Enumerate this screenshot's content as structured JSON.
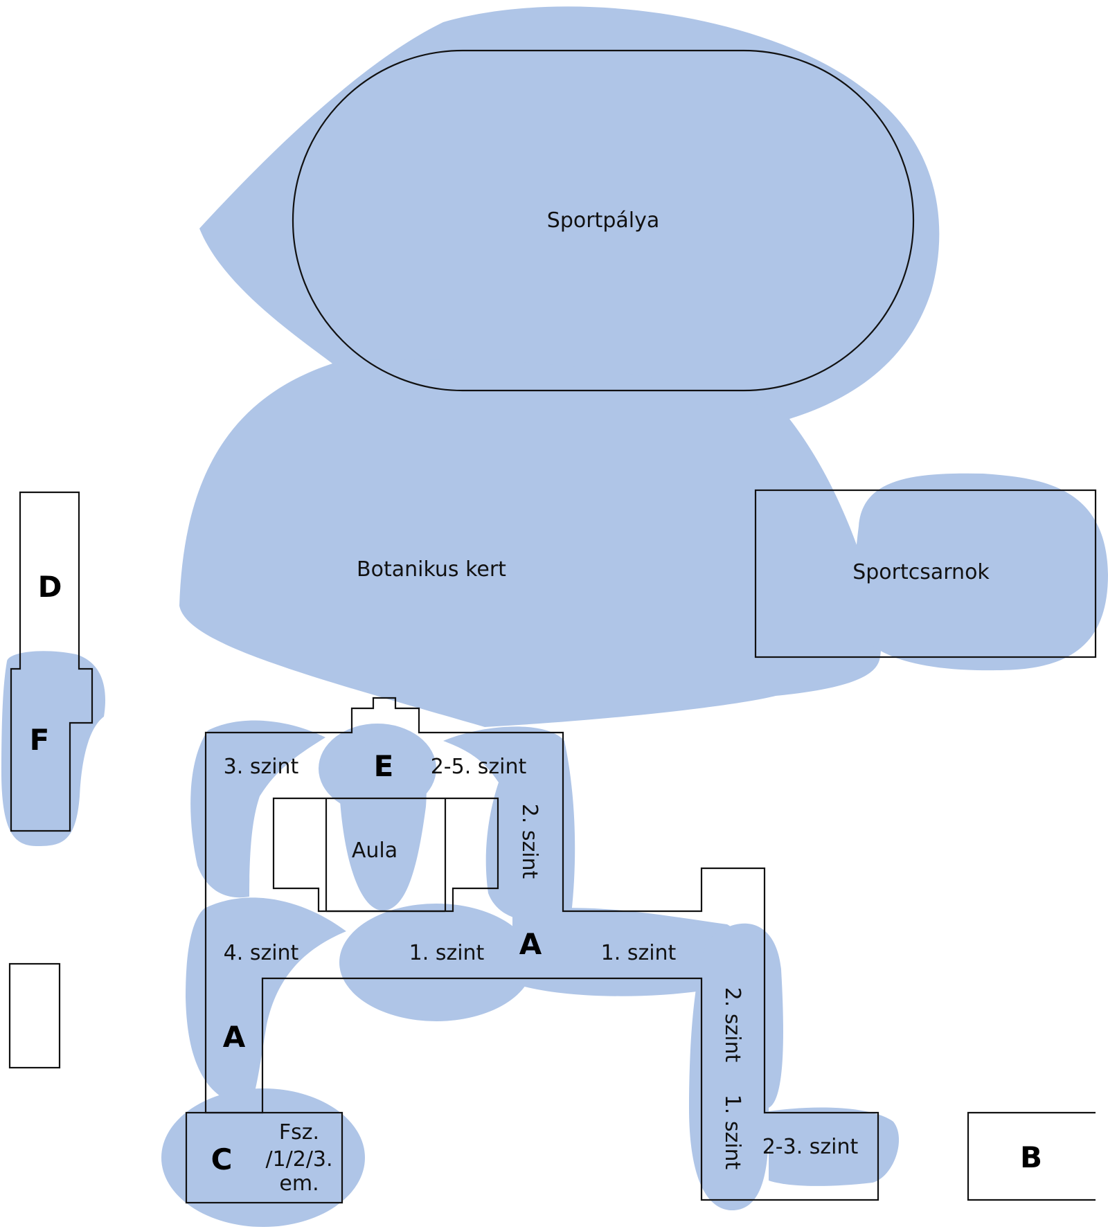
{
  "colors": {
    "zone": "#AFC5E7",
    "outline": "#111111",
    "background": "#FFFFFF"
  },
  "areas": {
    "sportpalya": "Sportpálya",
    "botanikus_kert": "Botanikus kert",
    "sportcsarnok": "Sportcsarnok",
    "aula": "Aula"
  },
  "buildings": {
    "a_main": "A",
    "a_left": "A",
    "b": "B",
    "c": "C",
    "d": "D",
    "e": "E",
    "f": "F"
  },
  "levels": {
    "e_left": "3. szint",
    "e_right": "2-5. szint",
    "e_vertical": "2. szint",
    "a_left": "4. szint",
    "a_center": "1. szint",
    "a_right": "1. szint",
    "a_right_vertical_top": "2. szint",
    "a_right_vertical_bottom": "1. szint",
    "a_bottom_right": "2-3. szint",
    "c_line1": "Fsz.",
    "c_line2": "/1/2/3.",
    "c_line3": "em."
  }
}
